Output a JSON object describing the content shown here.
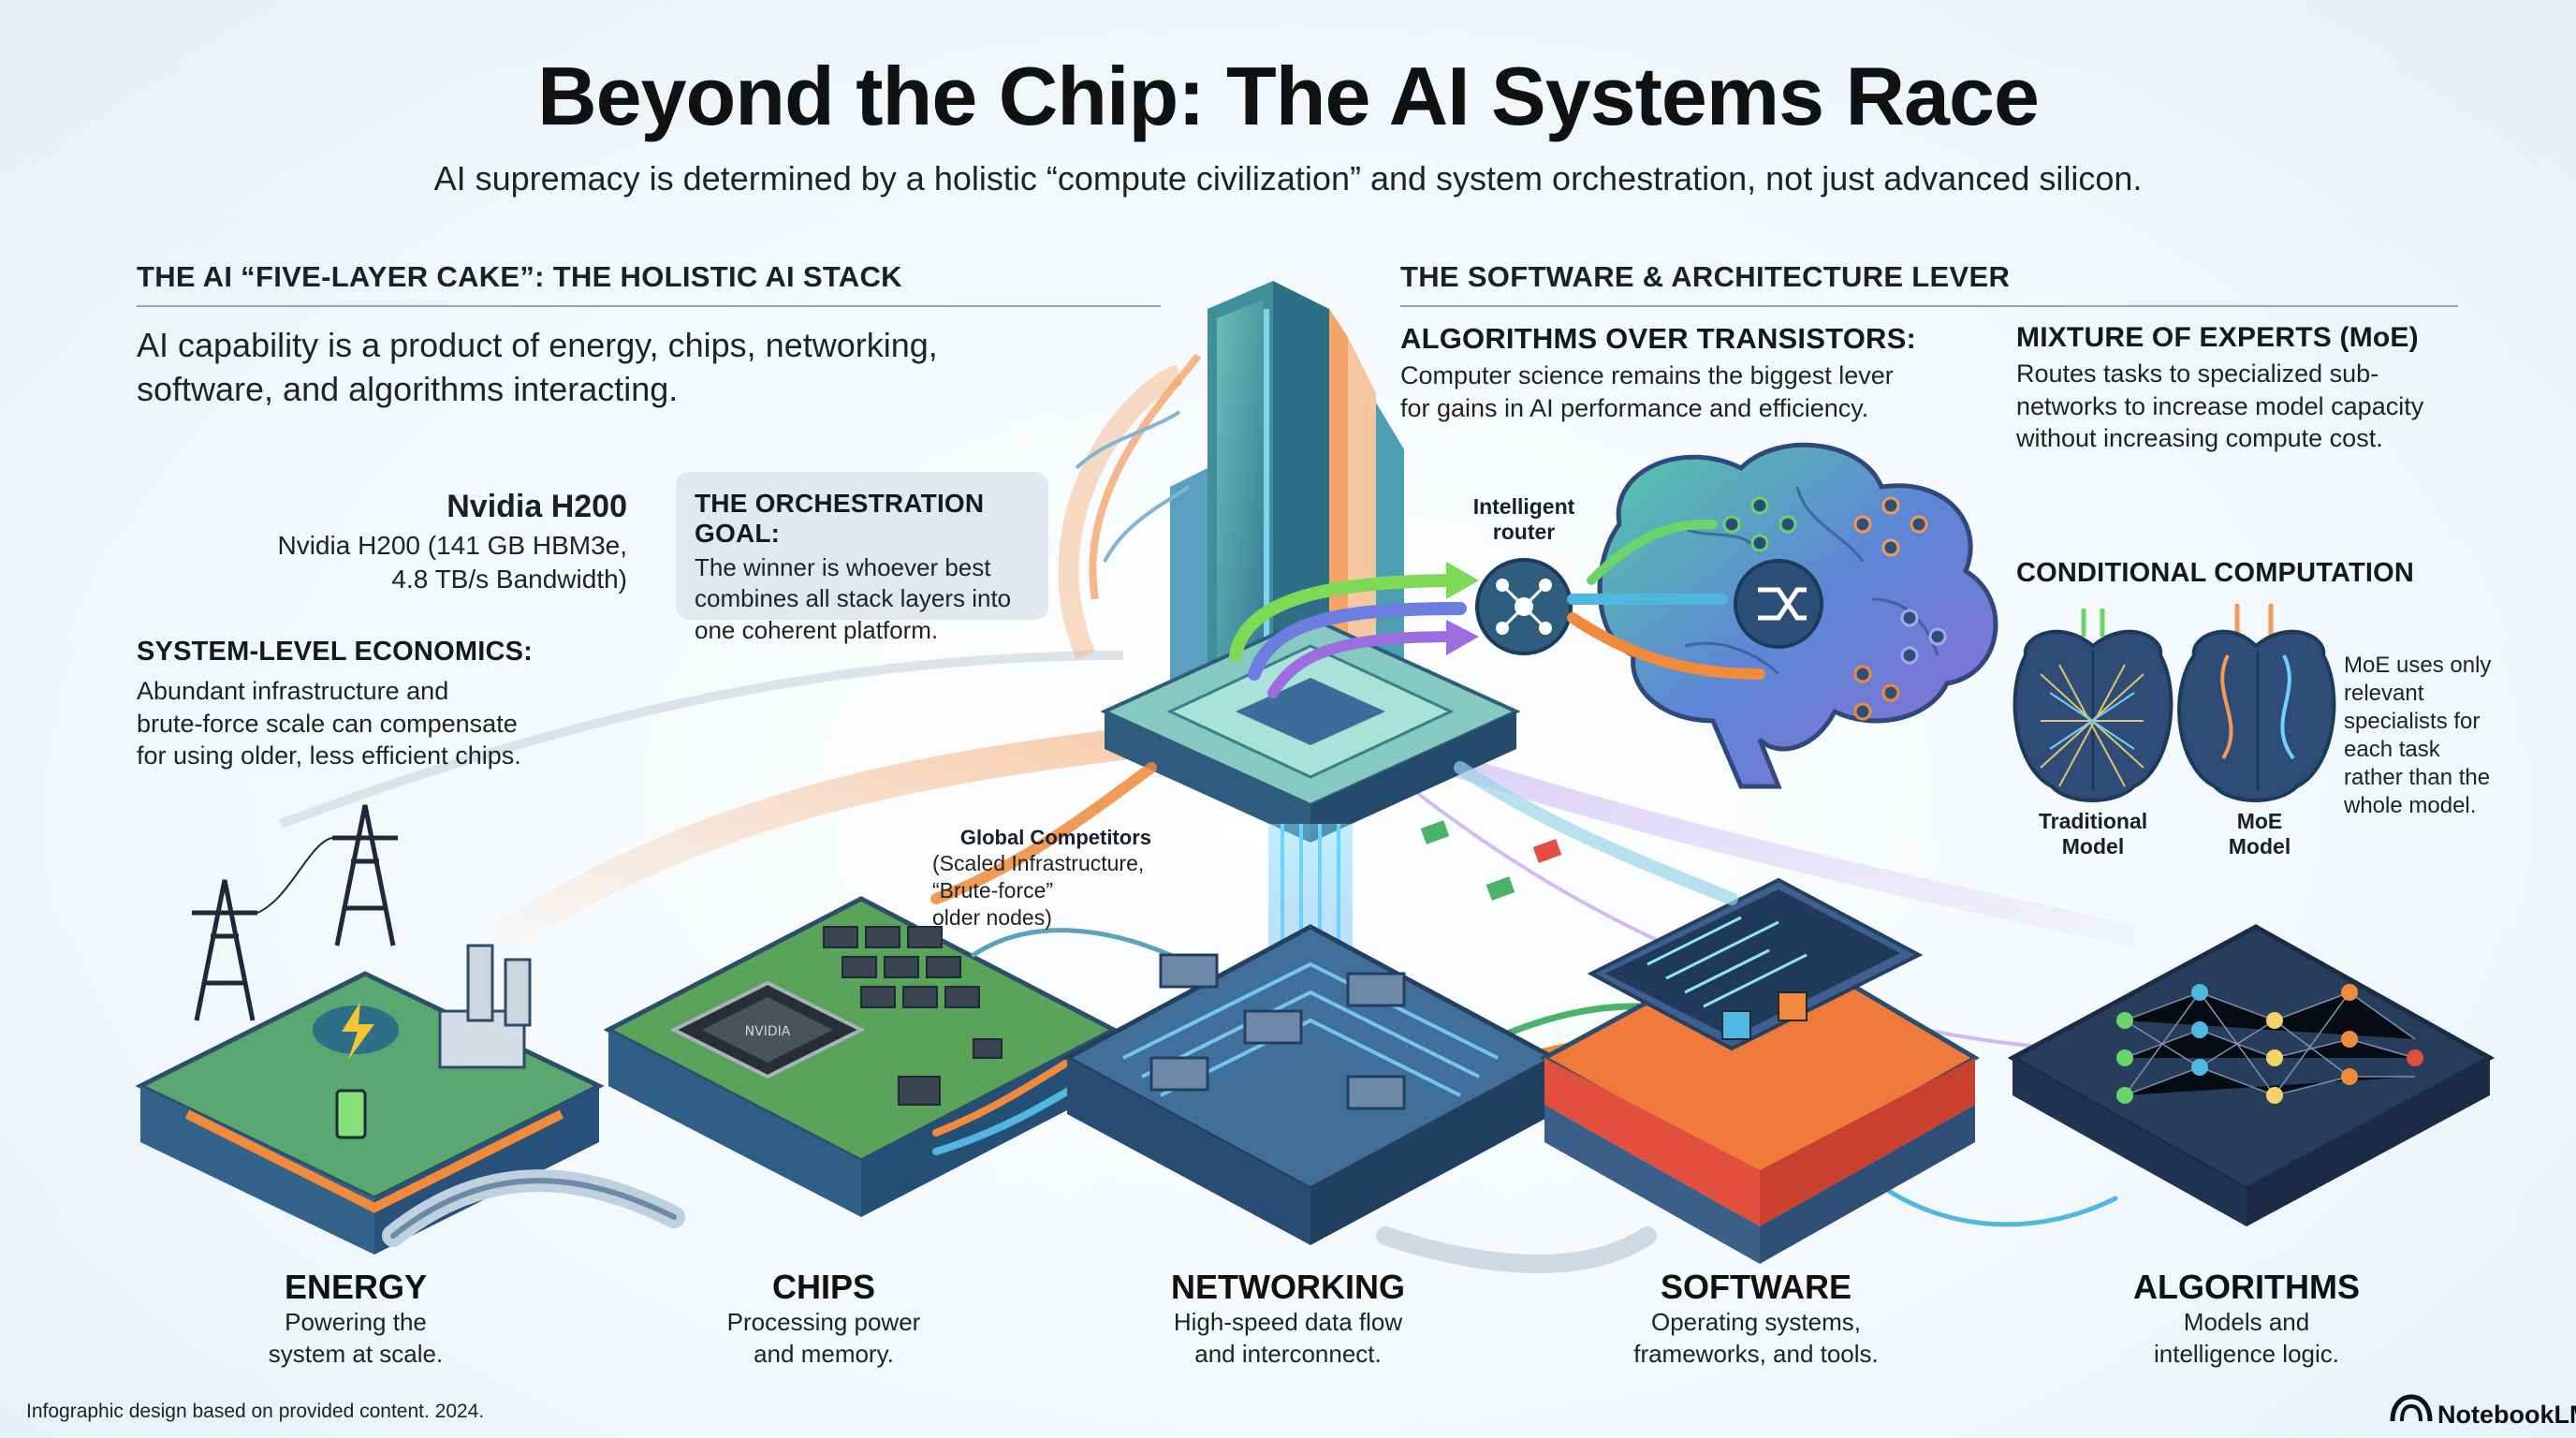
{
  "header": {
    "title": "Beyond the Chip: The AI Systems Race",
    "subtitle": "AI supremacy is determined by a holistic “compute civilization” and system orchestration, not just advanced silicon."
  },
  "left": {
    "heading": "THE AI “FIVE-LAYER CAKE”: THE HOLISTIC AI STACK",
    "lead_line1": "AI capability is a product of energy, chips, networking,",
    "lead_line2": "software, and algorithms interacting.",
    "h200_title": "Nvidia H200",
    "h200_line1": "Nvidia H200 (141 GB HBM3e,",
    "h200_line2": "4.8 TB/s Bandwidth)",
    "econ_title": "SYSTEM-LEVEL ECONOMICS:",
    "econ_line1": "Abundant infrastructure and",
    "econ_line2": "brute-force scale can compensate",
    "econ_line3": "for using older, less efficient chips."
  },
  "goal": {
    "title": "THE ORCHESTRATION GOAL:",
    "line1": "The winner is whoever best",
    "line2": "combines all stack layers into",
    "line3": "one coherent platform."
  },
  "right": {
    "heading": "THE SOFTWARE & ARCHITECTURE LEVER",
    "algo_title": "ALGORITHMS OVER TRANSISTORS:",
    "algo_line1": "Computer science remains the biggest lever",
    "algo_line2": "for gains in AI performance and efficiency.",
    "moe_title": "MIXTURE OF EXPERTS (MoE)",
    "moe_line1": "Routes tasks to specialized sub-",
    "moe_line2": "networks to increase model capacity",
    "moe_line3": "without increasing compute cost.",
    "router_line1": "Intelligent",
    "router_line2": "router",
    "cond_title": "CONDITIONAL COMPUTATION",
    "trad_line1": "Traditional",
    "trad_line2": "Model",
    "moe_model_line1": "MoE",
    "moe_model_line2": "Model",
    "moe_note_line1": "MoE uses only",
    "moe_note_line2": "relevant",
    "moe_note_line3": "specialists for",
    "moe_note_line4": "each task",
    "moe_note_line5": "rather than the",
    "moe_note_line6": "whole model."
  },
  "competitors": {
    "title": "Global Competitors",
    "line1": "(Scaled Infrastructure,",
    "line2": "“Brute-force”",
    "line3": "older nodes)"
  },
  "chip_marking": "NVIDIA",
  "layers": [
    {
      "name": "ENERGY",
      "line1": "Powering the",
      "line2": "system at scale."
    },
    {
      "name": "CHIPS",
      "line1": "Processing power",
      "line2": "and memory."
    },
    {
      "name": "NETWORKING",
      "line1": "High-speed data flow",
      "line2": "and interconnect."
    },
    {
      "name": "SOFTWARE",
      "line1": "Operating systems,",
      "line2": "frameworks, and tools."
    },
    {
      "name": "ALGORITHMS",
      "line1": "Models and",
      "line2": "intelligence logic."
    }
  ],
  "footer": {
    "note": "Infographic design based on provided content. 2024.",
    "brand": "NotebookLM"
  },
  "colors": {
    "energy": "#3f9b7a",
    "chips": "#4e9a4c",
    "networking": "#3f6f9a",
    "software_orange": "#f07a3c",
    "software_red": "#e24f3f",
    "algorithms": "#314a6e",
    "tower": "#4aa6a3",
    "brain": "#5a83c9",
    "accent_orange": "#f39a58",
    "accent_green": "#8fd46a",
    "accent_purple": "#9a7de0"
  },
  "icons": [
    "lightning-icon",
    "battery-icon",
    "transmission-tower-icon",
    "factory-icon",
    "router-icon",
    "shuffle-icon",
    "brain-icon",
    "neural-network-icon",
    "notebooklm-logo-icon"
  ]
}
